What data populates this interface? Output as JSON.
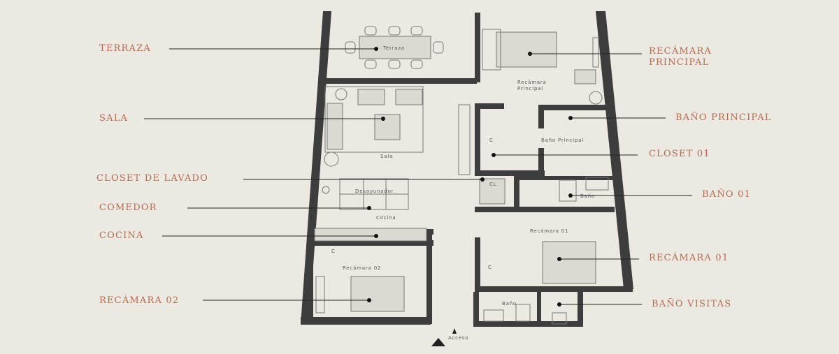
{
  "labels": {
    "terraza": "TERRAZA",
    "sala": "SALA",
    "closet_lavado": "CLOSET DE LAVADO",
    "comedor": "COMEDOR",
    "cocina": "COCINA",
    "recamara_02": "RECÁMARA 02",
    "recamara_principal": "RECÁMARA PRINCIPAL",
    "bano_principal": "BAÑO PRINCIPAL",
    "closet_01": "CLOSET 01",
    "bano_01": "BAÑO 01",
    "recamara_01": "RECÁMARA 01",
    "bano_visitas": "BAÑO VISITAS"
  },
  "plan_text": {
    "terraza": "Terraza",
    "sala": "Sala",
    "desayunador": "Desayunador",
    "cocina": "Cocina",
    "recamara_02": "Recámara 02",
    "recamara_principal_1": "Recámara",
    "recamara_principal_2": "Principal",
    "bano_principal": "Baño Principal",
    "closet_c": "C",
    "cl": "CL",
    "bano": "Baño",
    "recamara_01": "Recámara 01",
    "acceso": "Acceso"
  }
}
